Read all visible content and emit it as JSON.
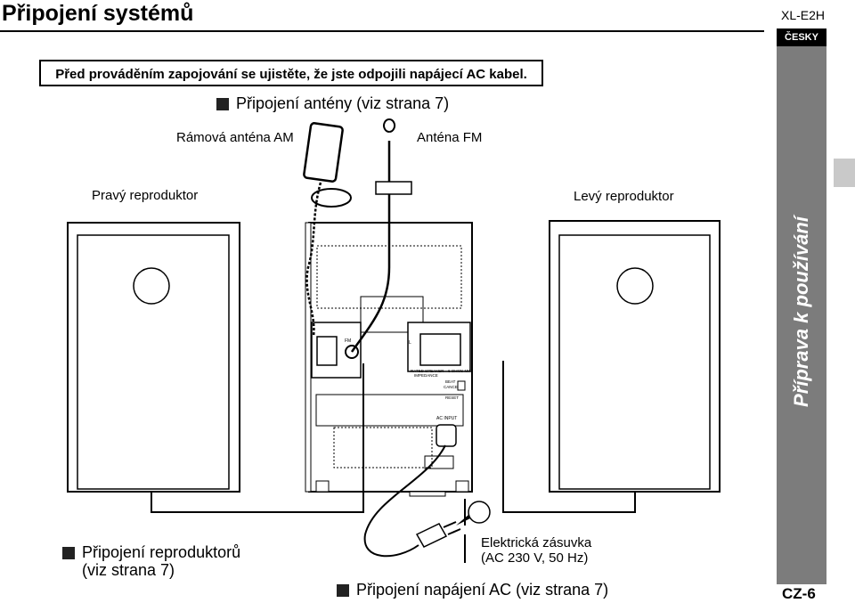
{
  "header": {
    "title": "Připojení systémů",
    "model": "XL-E2H",
    "language": "ČESKY"
  },
  "warning": "Před prováděním zapojování se ujistěte, že jste odpojili napájecí AC kabel.",
  "sections": {
    "antenna": "Připojení antény (viz strana 7)",
    "speakers_line1": "Připojení reproduktorů",
    "speakers_line2": "(viz strana 7)",
    "power": "Připojení napájení AC (viz strana 7)"
  },
  "labels": {
    "am_antenna": "Rámová anténa AM",
    "fm_antenna": "Anténa FM",
    "right_speaker": "Pravý reproduktor",
    "left_speaker": "Levý reproduktor",
    "outlet_line1": "Elektrická zásuvka",
    "outlet_line2": "(AC 230 V, 50 Hz)"
  },
  "panel_labels": {
    "fm_jack": "FM",
    "l_ch": "L",
    "rated": "RATED SPEAKER",
    "impedance": "IMPEDANCE",
    "ohms": "6 OHMS MIN.",
    "beat": "BEAT",
    "cancel": "CANCEL",
    "reset": "RESET",
    "ac_input": "AC INPUT"
  },
  "sidebar": {
    "chapter": "Příprava k používání"
  },
  "footer": {
    "page": "CZ-6"
  }
}
